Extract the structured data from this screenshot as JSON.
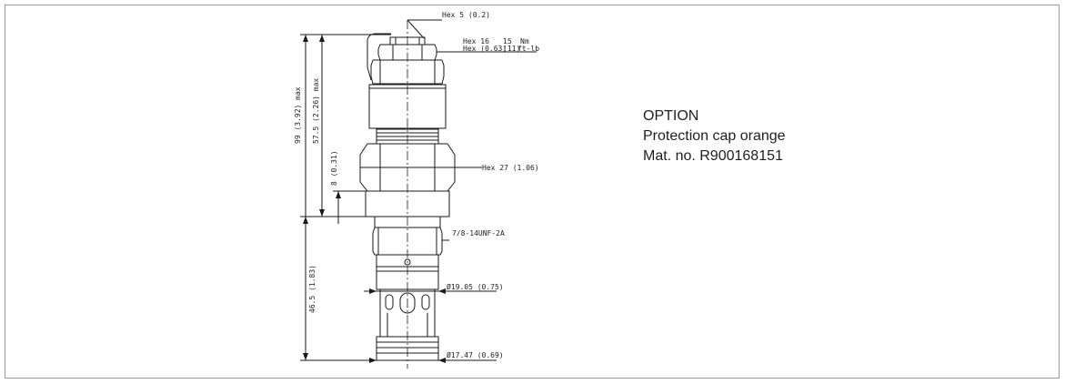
{
  "labels": {
    "hex5": "Hex 5 (0.2)",
    "hex16": "Hex 16",
    "hex16_torque": "15",
    "hex16_unit": "Nm",
    "hex063": "Hex (0.63)",
    "hex063_torque": "(11)",
    "hex063_unit": "ft-lb",
    "hex27": "Hex 27 (1.06)",
    "thread": "7/8-14UNF-2A",
    "dia1905": "Ø19.05 (0.75)",
    "dia1747": "Ø17.47 (0.69)",
    "dim99": "99 (3.92) max",
    "dim575": "57.5 (2.26) max",
    "dim8": "8 (0.31)",
    "dim465": "46.5 (1.83)"
  },
  "option": {
    "title": "OPTION",
    "line1": "Protection cap orange",
    "line2": "Mat. no. R900168151"
  }
}
